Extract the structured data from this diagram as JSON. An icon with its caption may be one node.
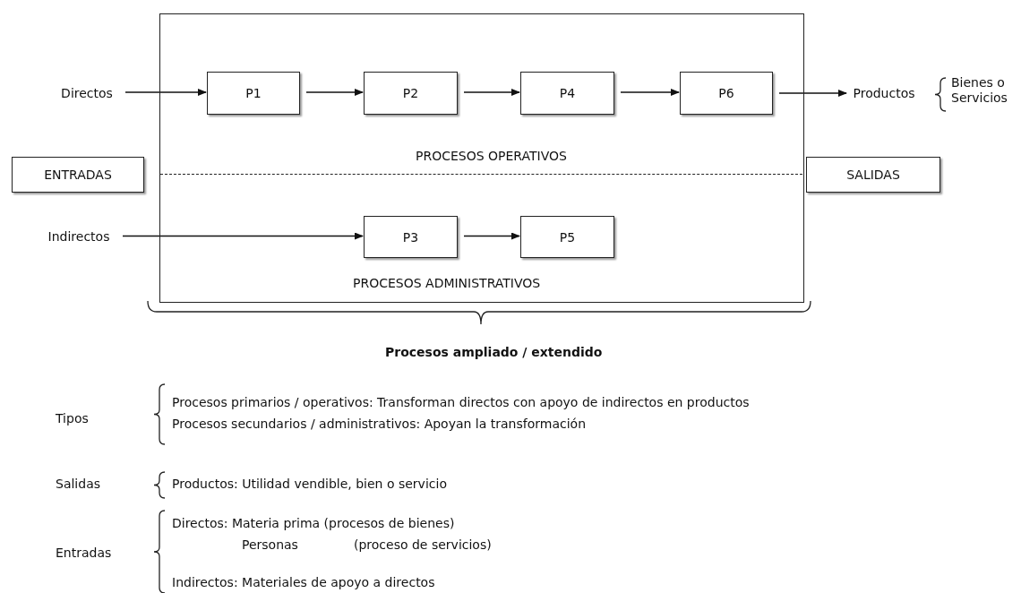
{
  "diagram": {
    "nodes": [
      {
        "text": [
          "PROCESOS OPERATIVOS",
          "PROCESOS ADMINISTRATIVOS"
        ]
      },
      {
        "text": [
          "Directos"
        ]
      },
      {
        "text": [
          "P1"
        ],
        "in": 0
      },
      {
        "text": [
          "P2"
        ],
        "in": 0
      },
      {
        "text": [
          "P4"
        ],
        "in": 0
      },
      {
        "text": [
          "P6"
        ],
        "in": 0
      },
      {
        "text": [
          "Productos"
        ]
      },
      {
        "text": [
          "ENTRADAS"
        ]
      },
      {
        "text": [
          "SALIDAS"
        ]
      },
      {
        "text": [
          "Indirectos"
        ]
      },
      {
        "text": [
          "P3"
        ],
        "in": 0
      },
      {
        "text": [
          "P5"
        ],
        "in": 0
      }
    ],
    "edges": [
      {
        "from": 1,
        "to": 2,
        "arrow": "to"
      },
      {
        "from": 2,
        "to": 3,
        "arrow": "to"
      },
      {
        "from": 3,
        "to": 4,
        "arrow": "to"
      },
      {
        "from": 4,
        "to": 5,
        "arrow": "to"
      },
      {
        "from": 5,
        "to": 6,
        "arrow": "to"
      },
      {
        "from": 9,
        "to": 10,
        "arrow": "to"
      },
      {
        "from": 10,
        "to": 11,
        "arrow": "to"
      }
    ],
    "labels": [
      "Bienes o Servicios",
      "Procesos ampliado / extendido",
      "Tipos",
      "Procesos primarios / operativos: Transforman directos con apoyo de indirectos en productos",
      "Procesos secundarios / administrativos: Apoyan la transformación",
      "Salidas",
      "Productos: Utilidad vendible, bien o servicio",
      "Entradas",
      "Directos: Materia prima (procesos de bienes)",
      "Personas",
      "(proceso de servicios)",
      "Indirectos: Materiales de apoyo a directos"
    ]
  }
}
